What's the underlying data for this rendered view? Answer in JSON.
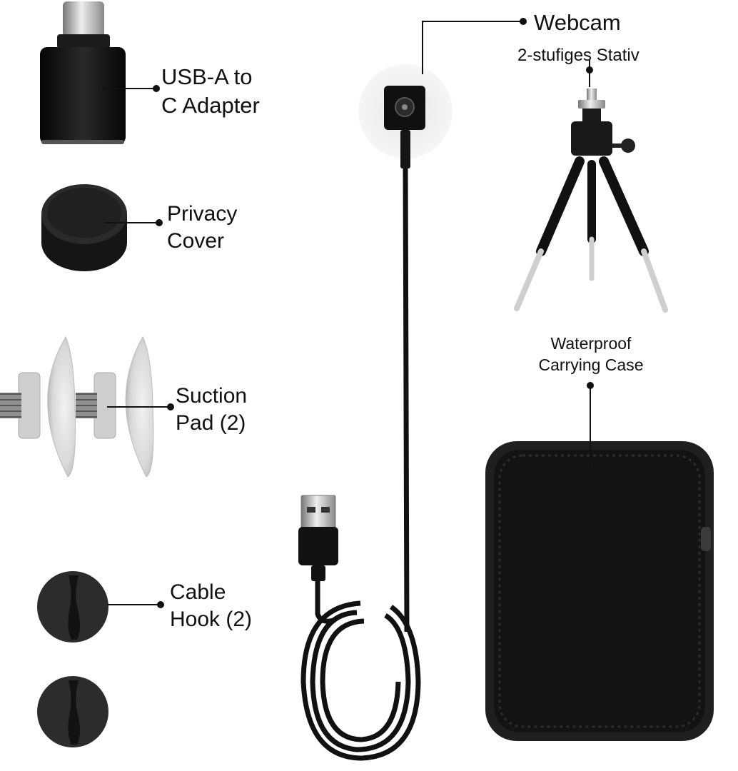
{
  "labels": {
    "usb_adapter": {
      "line1": "USB-A to",
      "line2": "C Adapter"
    },
    "privacy_cover": {
      "line1": "Privacy",
      "line2": "Cover"
    },
    "suction_pad": {
      "line1": "Suction",
      "line2": "Pad  (2)"
    },
    "cable_hook": {
      "line1": "Cable",
      "line2": "Hook (2)"
    },
    "webcam": "Webcam",
    "tripod": "2-stufiges Stativ",
    "case": {
      "line1": "Waterproof",
      "line2": "Carrying Case"
    }
  },
  "colors": {
    "background": "#ffffff",
    "product_black": "#111111",
    "leader_line": "#111111"
  }
}
